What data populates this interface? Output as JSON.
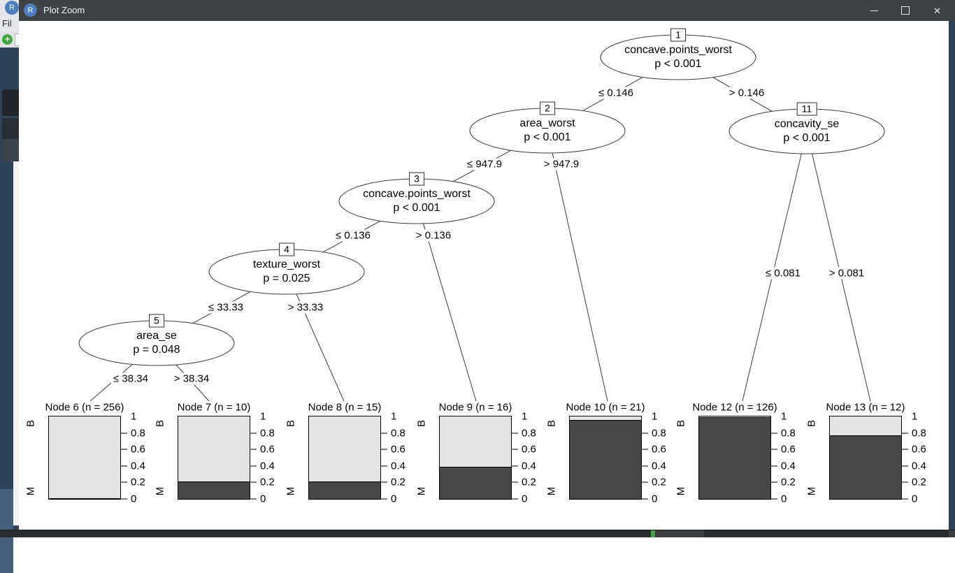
{
  "window": {
    "title": "Plot Zoom",
    "app_icon": "R",
    "close_glyph": "✕",
    "controls": [
      "minimize",
      "maximize",
      "close"
    ]
  },
  "background": {
    "rstudio_icon": "R",
    "menu_text": "Fil",
    "new_file_icon": "+"
  },
  "colors": {
    "titlebar": "#3f4245",
    "window_bg": "#ffffff",
    "bar_dark": "#474747",
    "bar_light": "#e4e4e4",
    "rstudio_navy": "#2f4257",
    "accent_green": "#3da83d",
    "taskbar": "#2b2c2e"
  },
  "tree": {
    "inner_nodes": [
      {
        "id": "1",
        "variable": "concave.points_worst",
        "p": "p < 0.001"
      },
      {
        "id": "2",
        "variable": "area_worst",
        "p": "p < 0.001"
      },
      {
        "id": "3",
        "variable": "concave.points_worst",
        "p": "p < 0.001"
      },
      {
        "id": "4",
        "variable": "texture_worst",
        "p": "p = 0.025"
      },
      {
        "id": "5",
        "variable": "area_se",
        "p": "p = 0.048"
      },
      {
        "id": "11",
        "variable": "concavity_se",
        "p": "p < 0.001"
      }
    ],
    "edge_labels": [
      {
        "text": "≤ 0.146",
        "from": 1,
        "to": 2
      },
      {
        "text": "> 0.146",
        "from": 1,
        "to": 11
      },
      {
        "text": "≤ 947.9",
        "from": 2,
        "to": 3
      },
      {
        "text": "> 947.9",
        "from": 2,
        "to": 10
      },
      {
        "text": "≤ 0.136",
        "from": 3,
        "to": 4
      },
      {
        "text": "> 0.136",
        "from": 3,
        "to": 9
      },
      {
        "text": "≤ 33.33",
        "from": 4,
        "to": 5
      },
      {
        "text": "> 33.33",
        "from": 4,
        "to": 8
      },
      {
        "text": "≤ 38.34",
        "from": 5,
        "to": 6
      },
      {
        "text": "> 38.34",
        "from": 5,
        "to": 7
      },
      {
        "text": "≤ 0.081",
        "from": 11,
        "to": 12
      },
      {
        "text": "> 0.081",
        "from": 11,
        "to": 13
      }
    ],
    "terminals": [
      {
        "title": "Node 6 (n = 256)",
        "n": 256,
        "m": 0.0,
        "m_css": "0%"
      },
      {
        "title": "Node 7 (n = 10)",
        "n": 10,
        "m": 0.2,
        "m_css": "20%"
      },
      {
        "title": "Node 8 (n = 15)",
        "n": 15,
        "m": 0.2,
        "m_css": "20%"
      },
      {
        "title": "Node 9 (n = 16)",
        "n": 16,
        "m": 0.38,
        "m_css": "38%"
      },
      {
        "title": "Node 10 (n = 21)",
        "n": 21,
        "m": 0.95,
        "m_css": "95%"
      },
      {
        "title": "Node 12 (n = 126)",
        "n": 126,
        "m": 0.98,
        "m_css": "98%"
      },
      {
        "title": "Node 13 (n = 12)",
        "n": 12,
        "m": 0.76,
        "m_css": "76%"
      }
    ],
    "axis_labels": [
      "1",
      "0.8",
      "0.6",
      "0.4",
      "0.2",
      "0"
    ],
    "class_top": "B",
    "class_bottom": "M"
  },
  "chart_data": {
    "type": "bar",
    "title": "Conditional inference tree — terminal node class proportions",
    "categories": [
      "Node 6 (n = 256)",
      "Node 7 (n = 10)",
      "Node 8 (n = 15)",
      "Node 9 (n = 16)",
      "Node 10 (n = 21)",
      "Node 12 (n = 126)",
      "Node 13 (n = 12)"
    ],
    "series": [
      {
        "name": "M (dark, bottom)",
        "values": [
          0.0,
          0.2,
          0.2,
          0.38,
          0.95,
          0.98,
          0.76
        ]
      },
      {
        "name": "B (light, top)",
        "values": [
          1.0,
          0.8,
          0.8,
          0.62,
          0.05,
          0.02,
          0.24
        ]
      }
    ],
    "ylim": [
      0,
      1
    ],
    "yticks": [
      0,
      0.2,
      0.4,
      0.6,
      0.8,
      1
    ],
    "legend_position": "none",
    "grid": false
  }
}
